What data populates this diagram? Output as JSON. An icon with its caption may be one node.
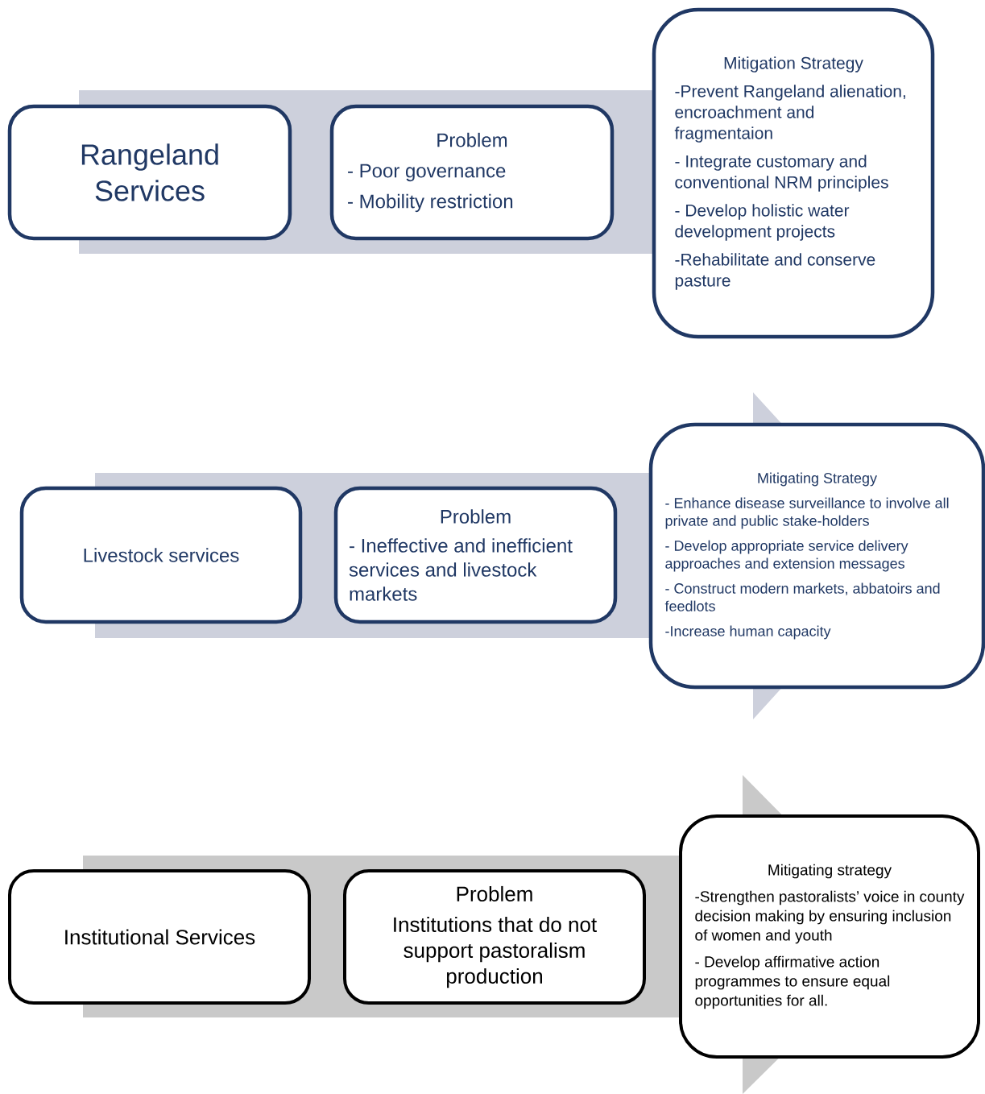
{
  "diagram": {
    "nodes": [
      {
        "text": [
          "Rangeland Services"
        ]
      },
      {
        "text": [
          "Problem",
          "- Poor governance",
          "- Mobility restriction"
        ]
      },
      {
        "text": [
          "Mitigation  Strategy",
          "-Prevent Rangeland alienation, encroachment and fragmentaion",
          "- Integrate customary and conventional NRM principles",
          "- Develop holistic water development projects",
          "-Rehabilitate and conserve pasture"
        ]
      },
      {
        "text": [
          "Livestock services"
        ]
      },
      {
        "text": [
          "Problem",
          "- Ineffective and inefficient services and livestock markets"
        ]
      },
      {
        "text": [
          "Mitigating Strategy",
          "- Enhance disease surveillance to involve all private and public stake-holders",
          "- Develop appropriate service delivery approaches and extension messages",
          "- Construct modern markets, abbatoirs and feedlots",
          "-Increase human capacity"
        ]
      },
      {
        "text": [
          "Institutional Services"
        ]
      },
      {
        "text": [
          "Problem",
          "Institutions that do not support pastoralism production"
        ]
      },
      {
        "text": [
          "Mitigating strategy",
          "-Strengthen pastoralists’ voice in county decision making by ensuring inclusion of women and youth",
          "- Develop affirmative action programmes to ensure equal opportunities for all."
        ]
      }
    ],
    "edges": [
      {
        "from": 0,
        "to": 2,
        "arrow": "to"
      },
      {
        "from": 3,
        "to": 5,
        "arrow": "to"
      },
      {
        "from": 6,
        "to": 8,
        "arrow": "to",
        "color": "#c9c9c9"
      }
    ]
  }
}
